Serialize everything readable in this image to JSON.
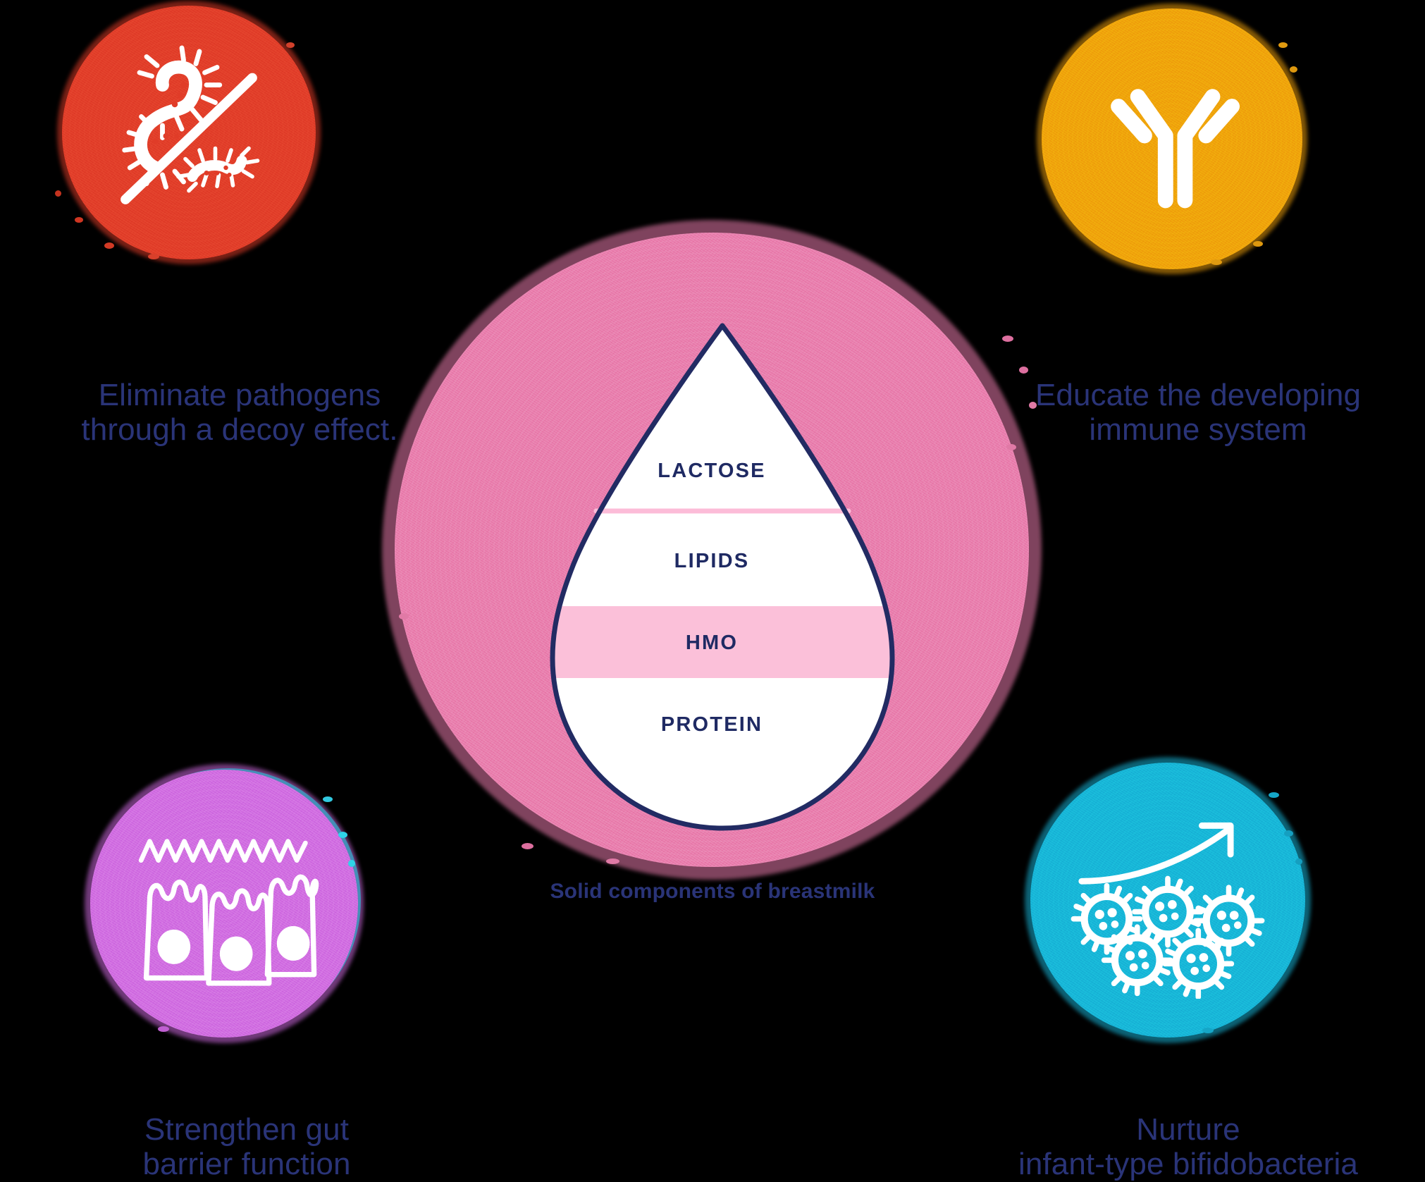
{
  "theme": {
    "background": "#000000",
    "text_navy": "#2a3478",
    "droplet_stroke": "#222b63",
    "droplet_fill": "#ffffff",
    "hmo_band": "#fbc0d9",
    "divider_pink": "#fcbcd8",
    "blob_red": "#e03c28",
    "blob_orange": "#efa00b",
    "blob_pink": "#e87bab",
    "blob_purple": "#cf6ae0",
    "blob_teal": "#17b3d6",
    "icon_white": "#ffffff"
  },
  "center": {
    "caption": "Solid components of breastmilk",
    "droplet": {
      "layers": [
        {
          "id": "lactose",
          "label": "LACTOSE",
          "highlighted": false
        },
        {
          "id": "lipids",
          "label": "LIPIDS",
          "highlighted": false
        },
        {
          "id": "hmo",
          "label": "HMO",
          "highlighted": true
        },
        {
          "id": "protein",
          "label": "PROTEIN",
          "highlighted": false
        }
      ]
    }
  },
  "nodes": [
    {
      "id": "eliminate-pathogens",
      "position": "top-left",
      "color": "#e03c28",
      "icon": "crossed-out-bacteria-icon",
      "caption": "Eliminate pathogens\nthrough a decoy effect."
    },
    {
      "id": "educate-immune-system",
      "position": "top-right",
      "color": "#efa00b",
      "icon": "antibody-icon",
      "caption": "Educate the developing\nimmune system"
    },
    {
      "id": "strengthen-gut-barrier",
      "position": "bottom-left",
      "color": "#cf6ae0",
      "icon": "gut-epithelial-cells-icon",
      "caption": "Strengthen gut\nbarrier function"
    },
    {
      "id": "nurture-bifidobacteria",
      "position": "bottom-right",
      "color": "#17b3d6",
      "icon": "rising-microbes-icon",
      "caption": "Nurture\ninfant-type bifidobacteria"
    }
  ]
}
